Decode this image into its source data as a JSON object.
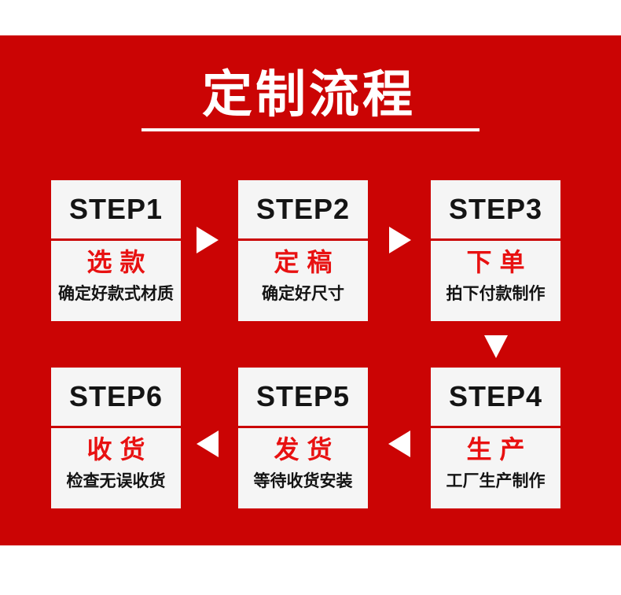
{
  "title": {
    "text": "定制流程"
  },
  "colors": {
    "background_red": "#cb0404",
    "card_background": "#f5f5f5",
    "accent_red": "#e81111",
    "text_black": "#141414",
    "white": "#ffffff"
  },
  "icons": {
    "right_arrow": "▶",
    "left_arrow": "◀",
    "down_arrow": "▼"
  },
  "steps": [
    {
      "label": "STEP1",
      "name": "选款",
      "desc": "确定好款式材质"
    },
    {
      "label": "STEP2",
      "name": "定稿",
      "desc": "确定好尺寸"
    },
    {
      "label": "STEP3",
      "name": "下单",
      "desc": "拍下付款制作"
    },
    {
      "label": "STEP4",
      "name": "生产",
      "desc": "工厂生产制作"
    },
    {
      "label": "STEP5",
      "name": "发货",
      "desc": "等待收货安装"
    },
    {
      "label": "STEP6",
      "name": "收货",
      "desc": "检查无误收货"
    }
  ],
  "flow": {
    "row1_order": [
      "STEP1",
      "STEP2",
      "STEP3"
    ],
    "row2_order": [
      "STEP6",
      "STEP5",
      "STEP4"
    ]
  }
}
